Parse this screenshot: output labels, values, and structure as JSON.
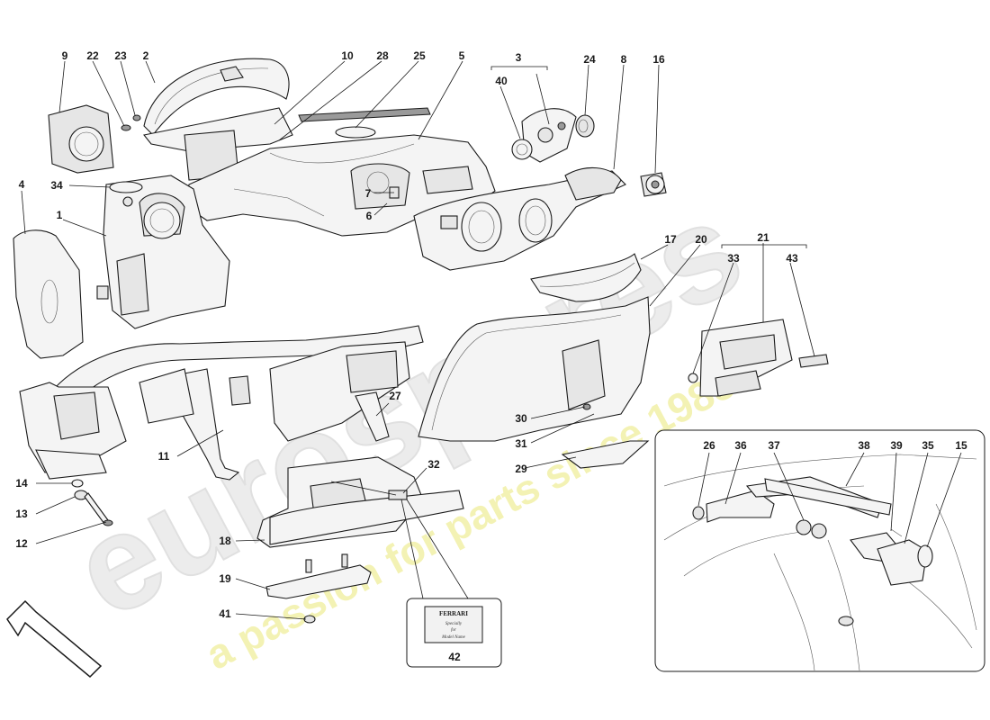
{
  "watermark": {
    "brand": "eurospares",
    "tagline": "a passion for parts since 1985",
    "brand_color": "#e2e2e2",
    "tagline_color": "#f2f0a8"
  },
  "callouts": [
    {
      "id": "9",
      "text": "9"
    },
    {
      "id": "22",
      "text": "22"
    },
    {
      "id": "23",
      "text": "23"
    },
    {
      "id": "2",
      "text": "2"
    },
    {
      "id": "10",
      "text": "10"
    },
    {
      "id": "28",
      "text": "28"
    },
    {
      "id": "25",
      "text": "25"
    },
    {
      "id": "5",
      "text": "5"
    },
    {
      "id": "3",
      "text": "3"
    },
    {
      "id": "40",
      "text": "40"
    },
    {
      "id": "24",
      "text": "24"
    },
    {
      "id": "8",
      "text": "8"
    },
    {
      "id": "16",
      "text": "16"
    },
    {
      "id": "4",
      "text": "4"
    },
    {
      "id": "34",
      "text": "34"
    },
    {
      "id": "1",
      "text": "1"
    },
    {
      "id": "7",
      "text": "7"
    },
    {
      "id": "6",
      "text": "6"
    },
    {
      "id": "17",
      "text": "17"
    },
    {
      "id": "20",
      "text": "20"
    },
    {
      "id": "21",
      "text": "21"
    },
    {
      "id": "33",
      "text": "33"
    },
    {
      "id": "43",
      "text": "43"
    },
    {
      "id": "27",
      "text": "27"
    },
    {
      "id": "30",
      "text": "30"
    },
    {
      "id": "31",
      "text": "31"
    },
    {
      "id": "29",
      "text": "29"
    },
    {
      "id": "11",
      "text": "11"
    },
    {
      "id": "32",
      "text": "32"
    },
    {
      "id": "14",
      "text": "14"
    },
    {
      "id": "13",
      "text": "13"
    },
    {
      "id": "12",
      "text": "12"
    },
    {
      "id": "18",
      "text": "18"
    },
    {
      "id": "19",
      "text": "19"
    },
    {
      "id": "41",
      "text": "41"
    },
    {
      "id": "42",
      "text": "42"
    },
    {
      "id": "26",
      "text": "26"
    },
    {
      "id": "36",
      "text": "36"
    },
    {
      "id": "37",
      "text": "37"
    },
    {
      "id": "38",
      "text": "38"
    },
    {
      "id": "39",
      "text": "39"
    },
    {
      "id": "35",
      "text": "35"
    },
    {
      "id": "15",
      "text": "15"
    }
  ],
  "plaque": {
    "logo_text": "FERRARI",
    "line1": "Specially",
    "line2": "for",
    "line3": "Model Name"
  }
}
